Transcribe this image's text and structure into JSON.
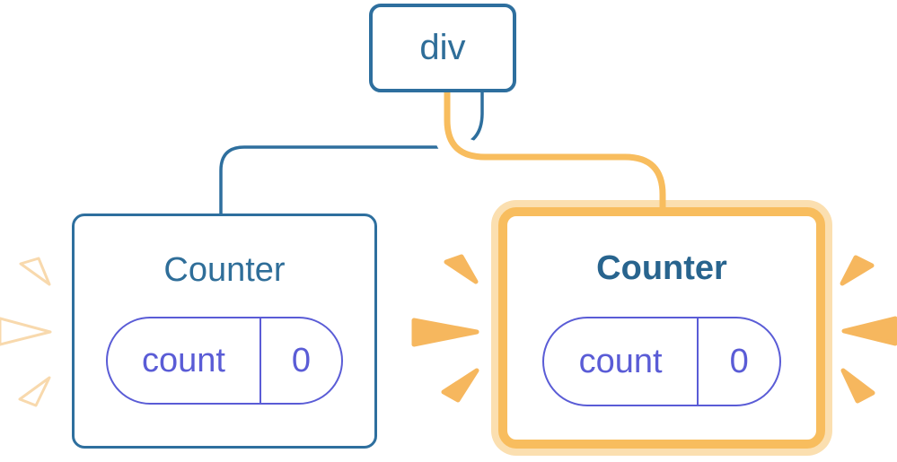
{
  "diagram": {
    "root_node": {
      "label": "div"
    },
    "counters": [
      {
        "title": "Counter",
        "state": {
          "key": "count",
          "value": "0"
        },
        "highlighted": false
      },
      {
        "title": "Counter",
        "state": {
          "key": "count",
          "value": "0"
        },
        "highlighted": true
      }
    ],
    "colors": {
      "node_blue": "#2e6f9e",
      "title_blue": "#2f6e99",
      "title_blue_bold": "#28648e",
      "state_purple": "#5a5cd6",
      "highlight_orange": "#f8bd5e",
      "highlight_orange_pale": "#fbdfb0",
      "spark_orange": "#f6b75e",
      "spark_white": "#ffffff",
      "connector_casing": "#ffffff"
    }
  }
}
